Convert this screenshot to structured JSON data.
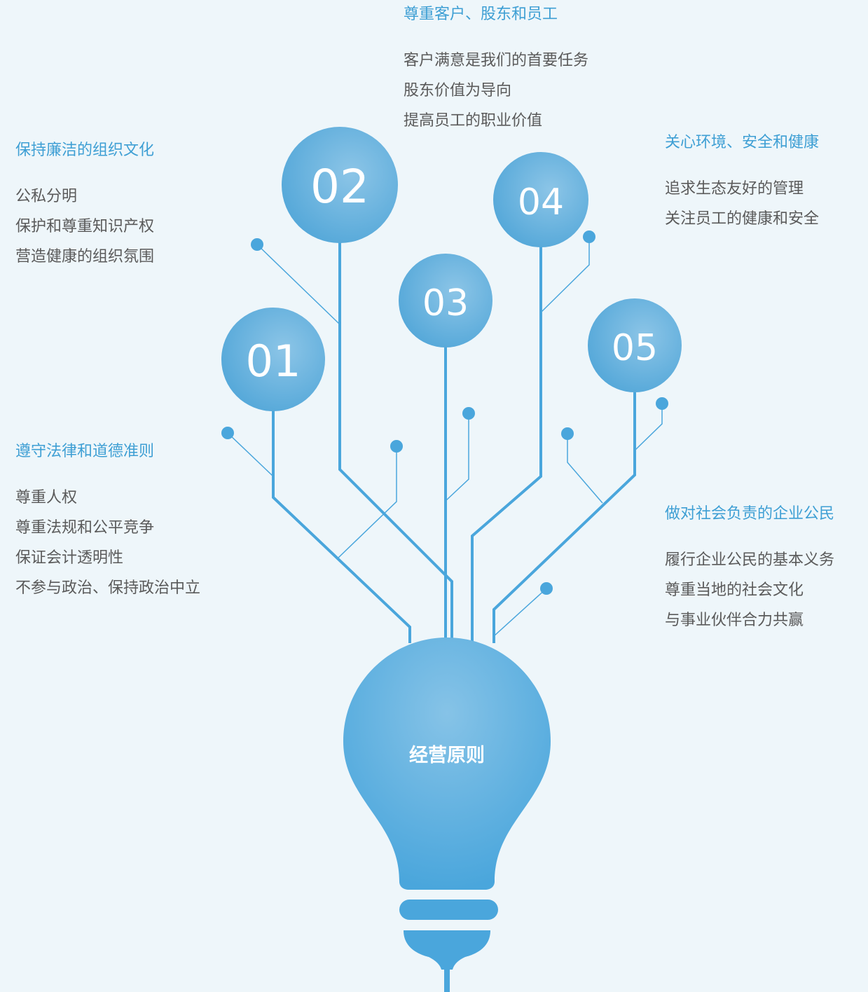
{
  "center_label": "经营原则",
  "nodes": [
    {
      "num": "01",
      "title": "遵守法律和道德准则",
      "items": [
        "尊重人权",
        "尊重法规和公平竞争",
        "保证会计透明性",
        "不参与政治、保持政治中立"
      ]
    },
    {
      "num": "02",
      "title": "保持廉洁的组织文化",
      "items": [
        "公私分明",
        "保护和尊重知识产权",
        "营造健康的组织氛围"
      ]
    },
    {
      "num": "03",
      "title": "尊重客户、股东和员工",
      "items": [
        "客户满意是我们的首要任务",
        "股东价值为导向",
        "提高员工的职业价值"
      ]
    },
    {
      "num": "04",
      "title": "关心环境、安全和健康",
      "items": [
        "追求生态友好的管理",
        "关注员工的健康和安全"
      ]
    },
    {
      "num": "05",
      "title": "做对社会负责的企业公民",
      "items": [
        "履行企业公民的基本义务",
        "尊重当地的社会文化",
        "与事业伙伴合力共赢"
      ]
    }
  ],
  "colors": {
    "line": "#4aa6dc",
    "node_light": "#8cc5e7",
    "node_dark": "#55a8d9",
    "title": "#3e9fd4",
    "text": "#5a5a5a",
    "background": "#eef6fa"
  }
}
